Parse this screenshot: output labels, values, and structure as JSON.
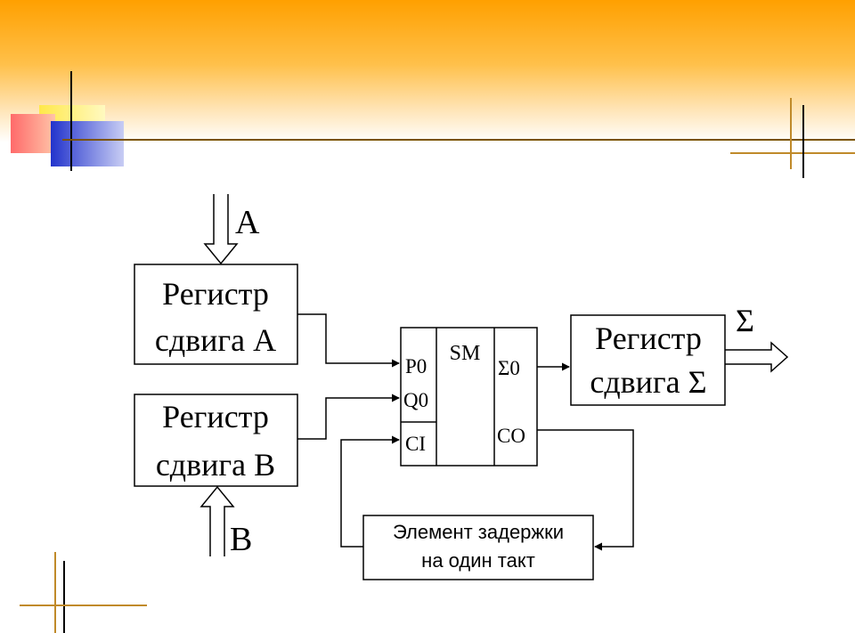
{
  "diagram": {
    "input_a_label": "A",
    "input_b_label": "B",
    "output_label": "Σ",
    "register_a": {
      "line1": "Регистр",
      "line2": "сдвига A"
    },
    "register_b": {
      "line1": "Регистр",
      "line2": "сдвига B"
    },
    "register_sum": {
      "line1": "Регистр",
      "line2": "сдвига Σ"
    },
    "adder": {
      "title": "SM",
      "pins_in": [
        "P0",
        "Q0",
        "CI"
      ],
      "pins_out": [
        "Σ0",
        "CO"
      ]
    },
    "delay": {
      "line1": "Элемент задержки",
      "line2": "на один такт"
    }
  }
}
